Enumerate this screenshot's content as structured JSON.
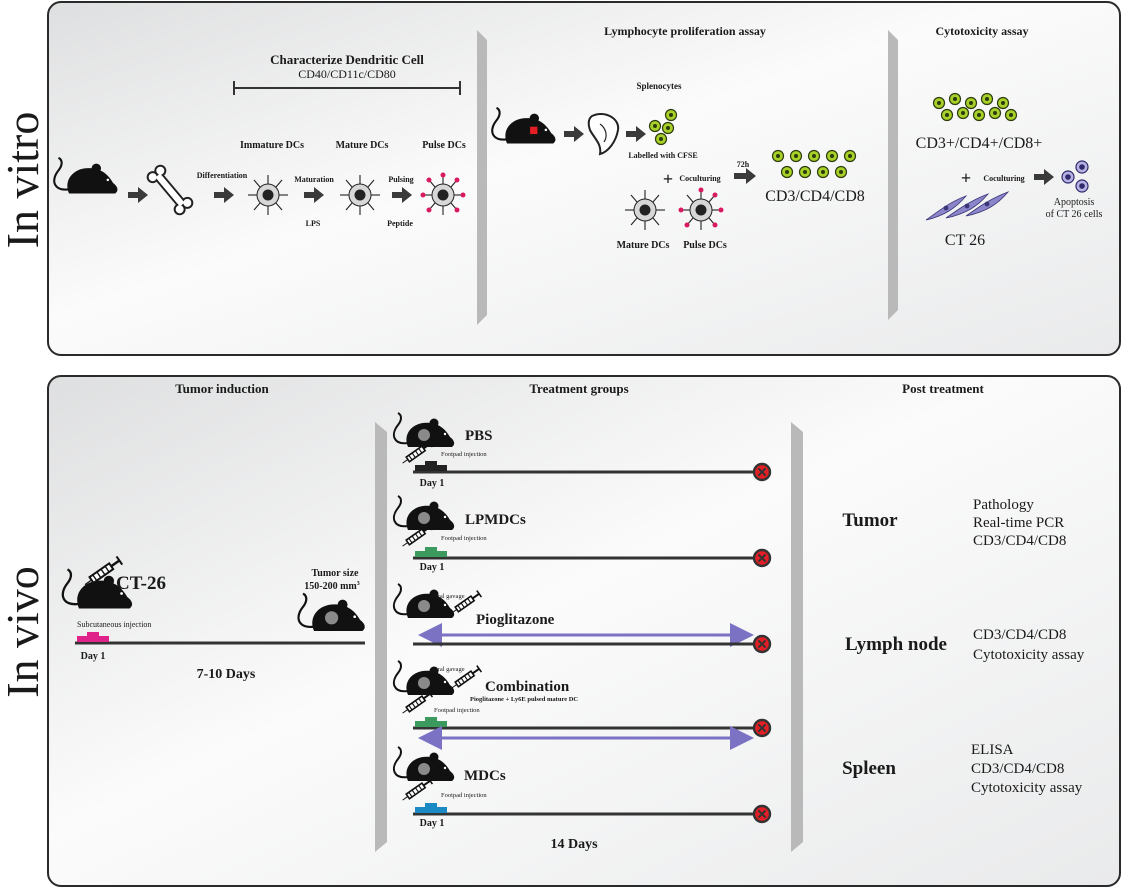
{
  "colors": {
    "magenta": "#e0238a",
    "navy": "#2e3192",
    "red": "#e31e24",
    "green": "#3c9a5f",
    "purple": "#7b72c4",
    "orange": "#d9844a",
    "blue": "#1b8ac4",
    "gray_label": "#8c8c8c",
    "panel_border": "#2a2a2a",
    "cfse_green": "#a7d129"
  },
  "icons": [
    "mouse-icon",
    "bone-icon",
    "dendritic-cell-icon",
    "spleen-icon",
    "syringe-icon",
    "cell-icon",
    "fibroblast-icon",
    "endpoint-x-icon",
    "arrow-icon"
  ],
  "in_vitro": {
    "side_label": "In vitro",
    "characterize_title": "Characterize Dendritic Cell",
    "characterize_markers": "CD40/CD11c/CD80",
    "stage_labels": [
      "Immature DCs",
      "Mature DCs",
      "Pulse DCs"
    ],
    "steps": {
      "differentiation": "Differentiation",
      "maturation": "Maturation",
      "pulsing": "Pulsing"
    },
    "lps": "LPS",
    "peptide": "Peptide",
    "lymph_title": "Lymphocyte proliferation assay",
    "splenocytes": "Splenocytes",
    "cfse": "Labelled with CFSE",
    "plus": "+",
    "coculturing": "Coculturing",
    "h72": "72h",
    "cd_out": "CD3/CD4/CD8",
    "mature_dcs": "Mature DCs",
    "pulse_dcs": "Pulse DCs",
    "cyto_title": "Cytotoxicity assay",
    "cd_plus": "CD3+/CD4+/CD8+",
    "ct26": "CT 26",
    "apoptosis_line1": "Apoptosis",
    "apoptosis_line2": "of CT 26 cells"
  },
  "in_vivo": {
    "side_label": "In vivo",
    "tumor_induction": "Tumor induction",
    "ct26": "CT-26",
    "subcutaneous": "Subcutaneous injection",
    "day1": "Day 1",
    "days_7_10": "7-10 Days",
    "tumor_size_line1": "Tumor size",
    "tumor_size_line2": "150-200 mm",
    "tumor_size_sup": "3",
    "treatment_title": "Treatment groups",
    "post_title": "Post treatment",
    "footpad": "Footpad injection",
    "oral": "Oral gavage",
    "groups": {
      "pbs": "PBS",
      "lpmdcs": "LPMDCs",
      "pioglitazone": "Pioglitazone",
      "combination": "Combination",
      "combination_sub": "Pioglitazone + Ly6E pulsed mature DC",
      "mdcs": "MDCs"
    },
    "days_14": "14 Days",
    "organs": {
      "tumor": "Tumor",
      "tumor_items": [
        "Pathology",
        "Real-time PCR",
        "CD3/CD4/CD8"
      ],
      "lymph": "Lymph node",
      "lymph_items": [
        "CD3/CD4/CD8",
        "Cytotoxicity assay"
      ],
      "spleen": "Spleen",
      "spleen_items": [
        "ELISA",
        "CD3/CD4/CD8",
        "Cytotoxicity assay"
      ]
    }
  }
}
